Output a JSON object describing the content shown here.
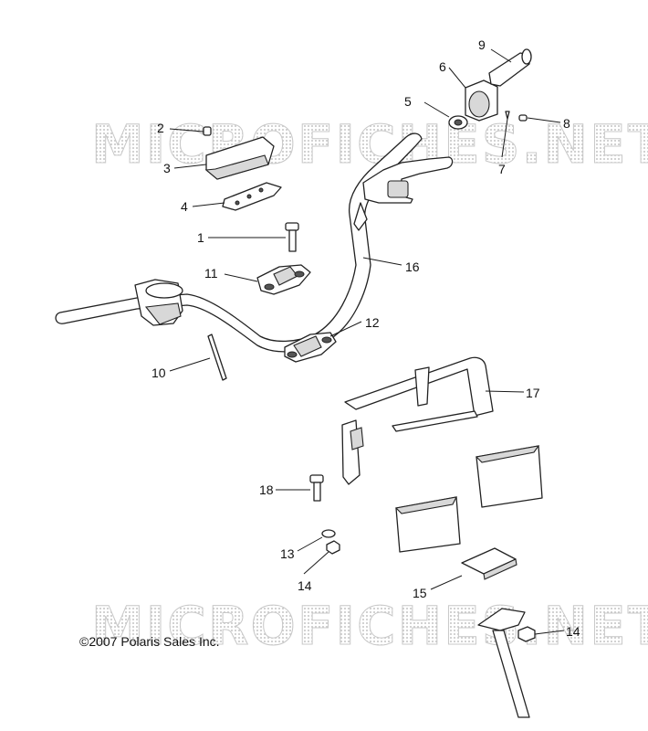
{
  "watermark": "MICROFICHES.NET",
  "copyright": "©2007 Polaris Sales Inc.",
  "callouts": [
    {
      "id": "c1",
      "label": "1"
    },
    {
      "id": "c2",
      "label": "2"
    },
    {
      "id": "c3",
      "label": "3"
    },
    {
      "id": "c4",
      "label": "4"
    },
    {
      "id": "c5",
      "label": "5"
    },
    {
      "id": "c6",
      "label": "6"
    },
    {
      "id": "c7",
      "label": "7"
    },
    {
      "id": "c8",
      "label": "8"
    },
    {
      "id": "c9",
      "label": "9"
    },
    {
      "id": "c10",
      "label": "10"
    },
    {
      "id": "c11",
      "label": "11"
    },
    {
      "id": "c12",
      "label": "12"
    },
    {
      "id": "c13",
      "label": "13"
    },
    {
      "id": "c14a",
      "label": "14"
    },
    {
      "id": "c14b",
      "label": "14"
    },
    {
      "id": "c15",
      "label": "15"
    },
    {
      "id": "c16",
      "label": "16"
    },
    {
      "id": "c17",
      "label": "17"
    },
    {
      "id": "c18",
      "label": "18"
    }
  ]
}
